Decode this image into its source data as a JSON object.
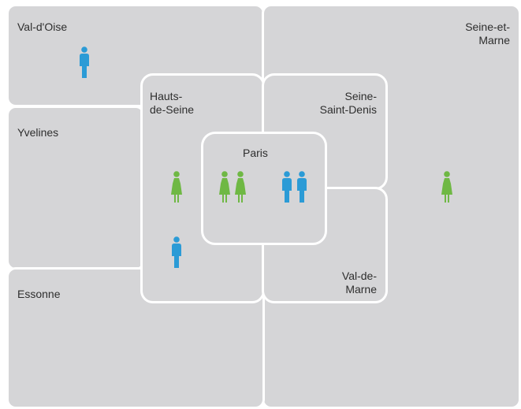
{
  "departments": {
    "val_doise": "Val-d'Oise",
    "seine_et_marne": "Seine-et-\nMarne",
    "yvelines": "Yvelines",
    "essonne": "Essonne",
    "hauts_de_seine": "Hauts-\nde-Seine",
    "seine_saint_denis": "Seine-\nSaint-Denis",
    "paris": "Paris",
    "val_de_marne": "Val-de-\nMarne"
  },
  "figures": {
    "val_doise": [
      "male"
    ],
    "hauts_de_seine": [
      "female",
      "male"
    ],
    "paris": [
      "female",
      "female",
      "male",
      "male"
    ],
    "seine_et_marne": [
      "female"
    ]
  },
  "colors": {
    "region_fill": "#d5d5d7",
    "male": "#2b9bd6",
    "female": "#6fb844"
  }
}
